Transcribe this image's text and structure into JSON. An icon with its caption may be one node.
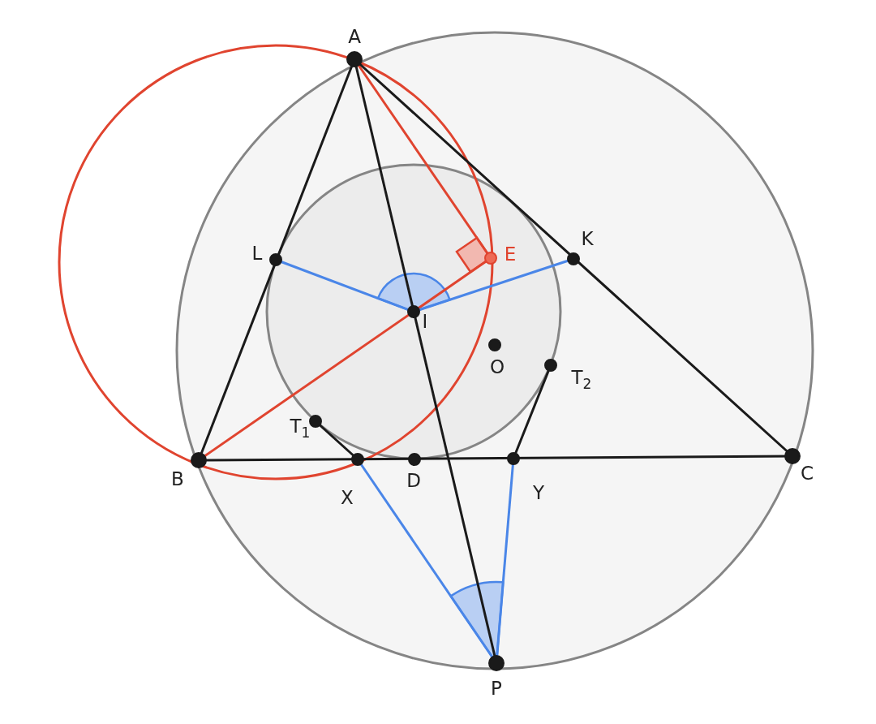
{
  "diagram": {
    "labels": [
      "A",
      "L",
      "E",
      "K",
      "I",
      "O",
      "T$_{2}$",
      "T$_{1}$",
      "B",
      "C",
      "X",
      "D",
      "Y",
      "P"
    ]
  }
}
